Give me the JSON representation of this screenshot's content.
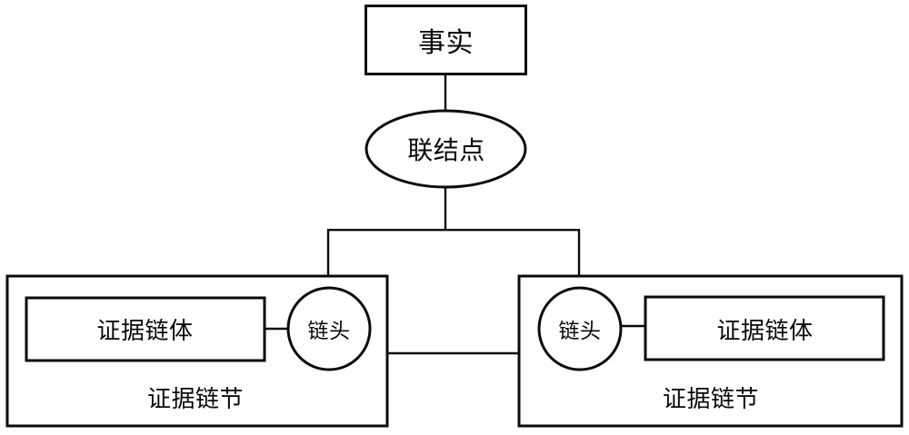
{
  "diagram": {
    "title_text": "",
    "stroke_color": "#0a0a0a",
    "fill_color": "#ffffff",
    "nodes": {
      "fact": {
        "label": "事实",
        "shape": "rectangle"
      },
      "joint": {
        "label": "联结点",
        "shape": "ellipse"
      },
      "chain_head_left": {
        "label": "链头",
        "shape": "circle"
      },
      "chain_head_right": {
        "label": "链头",
        "shape": "circle"
      },
      "chain_body_left": {
        "label": "证据链体",
        "shape": "rectangle"
      },
      "chain_body_right": {
        "label": "证据链体",
        "shape": "rectangle"
      },
      "chain_link_left": {
        "label": "证据链节",
        "shape": "rectangle"
      },
      "chain_link_right": {
        "label": "证据链节",
        "shape": "rectangle"
      }
    },
    "edges": [
      {
        "from": "fact",
        "to": "joint",
        "style": "straight-vertical"
      },
      {
        "from": "joint",
        "to": "chain_head_left",
        "style": "orthogonal-branch"
      },
      {
        "from": "joint",
        "to": "chain_head_right",
        "style": "orthogonal-branch"
      },
      {
        "from": "chain_body_left",
        "to": "chain_head_left",
        "style": "straight-horizontal"
      },
      {
        "from": "chain_head_right",
        "to": "chain_body_right",
        "style": "straight-horizontal"
      },
      {
        "from": "chain_link_left",
        "to": "chain_link_right",
        "style": "straight-horizontal"
      }
    ]
  }
}
